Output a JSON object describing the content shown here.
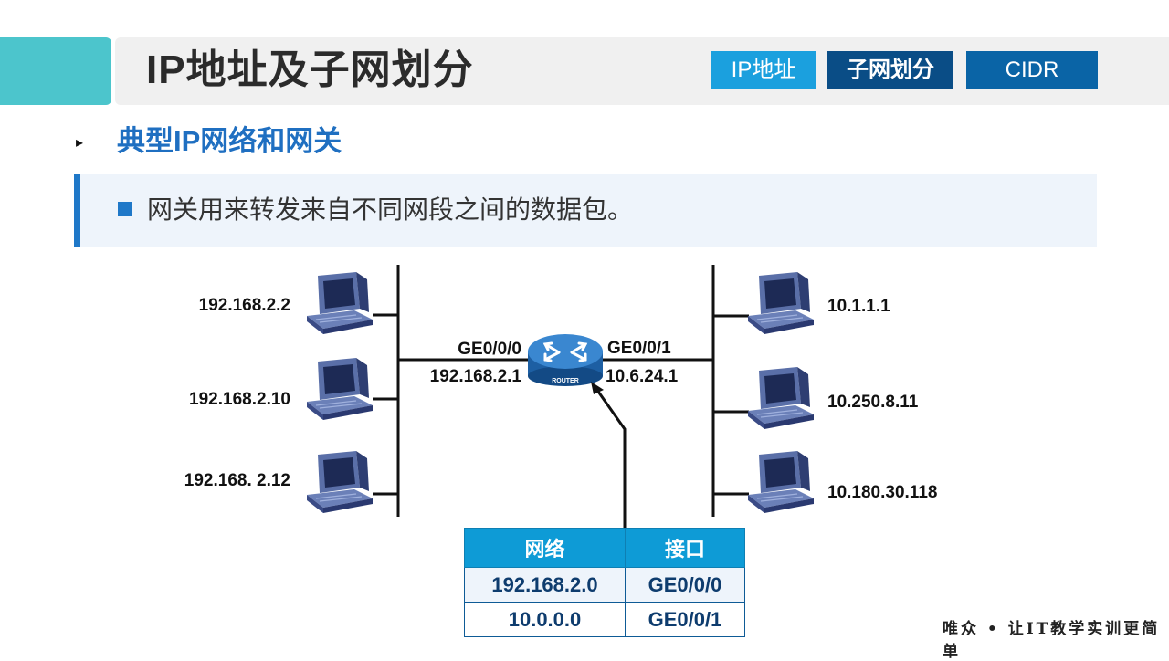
{
  "header": {
    "title": "IP地址及子网划分",
    "tabs": [
      "IP地址",
      "子网划分",
      "CIDR"
    ]
  },
  "section": {
    "marker": "▸",
    "title": "典型IP网络和网关"
  },
  "bullet": {
    "text": "网关用来转发来自不同网段之间的数据包。"
  },
  "diagram": {
    "left_hosts": [
      "192.168.2.2",
      "192.168.2.10",
      "192.168. 2.12"
    ],
    "right_hosts": [
      "10.1.1.1",
      "10.250.8.11",
      "10.180.30.118"
    ],
    "router": {
      "label": "ROUTER",
      "left_interface": "GE0/0/0",
      "left_ip": "192.168.2.1",
      "right_interface": "GE0/0/1",
      "right_ip": "10.6.24.1"
    }
  },
  "routing_table": {
    "headers": [
      "网络",
      "接口"
    ],
    "rows": [
      [
        "192.168.2.0",
        "GE0/0/0"
      ],
      [
        "10.0.0.0",
        "GE0/0/1"
      ]
    ]
  },
  "footer": "唯众 • 让IT教学实训更简单",
  "colors": {
    "accent_teal": "#4cc5cc",
    "title_blue": "#1f6fc1",
    "tab_light": "#1ba0de",
    "tab_dark": "#0a4d86",
    "table_header": "#0e9bd6"
  }
}
